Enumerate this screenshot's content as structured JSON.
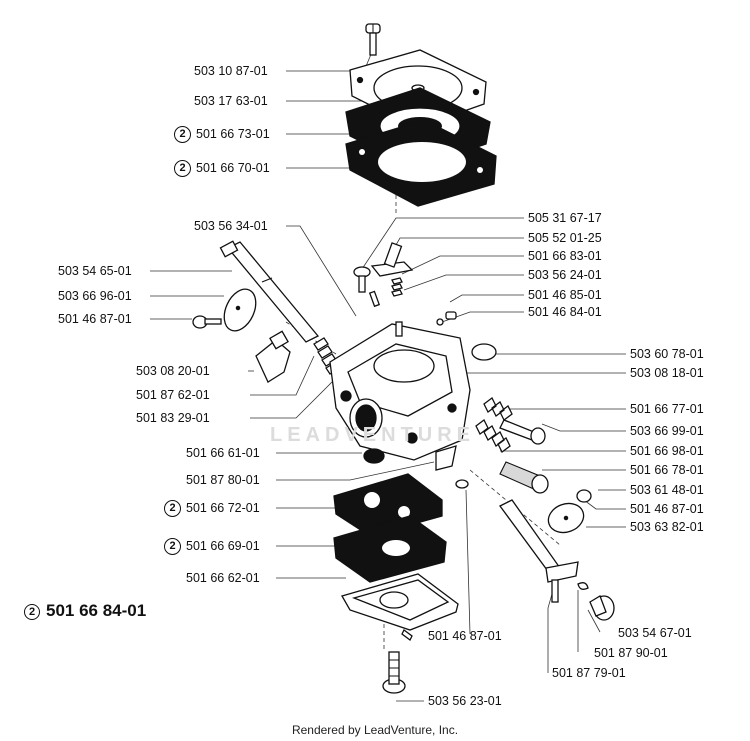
{
  "parts": {
    "screw_top": "503 10 87-01",
    "pump_cover": "503 17 63-01",
    "pump_diaphragm": "501 66 73-01",
    "pump_gasket": "501 66 70-01",
    "throttle_shaft": "503 54 65-01",
    "throttle_valve": "503 66 96-01",
    "valve_screw_left": "501 46 87-01",
    "fuel_nipple": "503 08 20-01",
    "spring_left": "501 87 62-01",
    "pin_left": "501 83 29-01",
    "shaft_center": "503 56 34-01",
    "lever_screw": "505 31 67-17",
    "needle_valve": "505 52 01-25",
    "control_lever": "501 66 83-01",
    "lever_spring": "503 56 24-01",
    "ball": "501 46 85-01",
    "plug_small": "501 46 84-01",
    "welch_plug": "503 60 78-01",
    "carb_body": "503 08 18-01",
    "spring_h": "501 66 77-01",
    "needle_h": "503 66 99-01",
    "spring_l": "501 66 98-01",
    "needle_l": "501 66 78-01",
    "valve_screw_right": "503 61 48-01",
    "choke_screw": "501 46 87-01",
    "choke_valve": "503 63 82-01",
    "screen": "501 66 61-01",
    "check_valve": "501 87 80-01",
    "metering_diaphragm": "501 66 72-01",
    "metering_gasket": "501 66 69-01",
    "metering_cover": "501 66 62-01",
    "screw_bottom": "501 46 87-01",
    "choke_shaft": "503 54 67-01",
    "detent_spring": "501 87 90-01",
    "choke_lever": "501 87 79-01",
    "cover_screw": "503 56 23-01"
  },
  "badge": "2",
  "kit_number": "501 66 84-01",
  "watermark": "LEADVENTURE",
  "footer": "Rendered by LeadVenture, Inc."
}
